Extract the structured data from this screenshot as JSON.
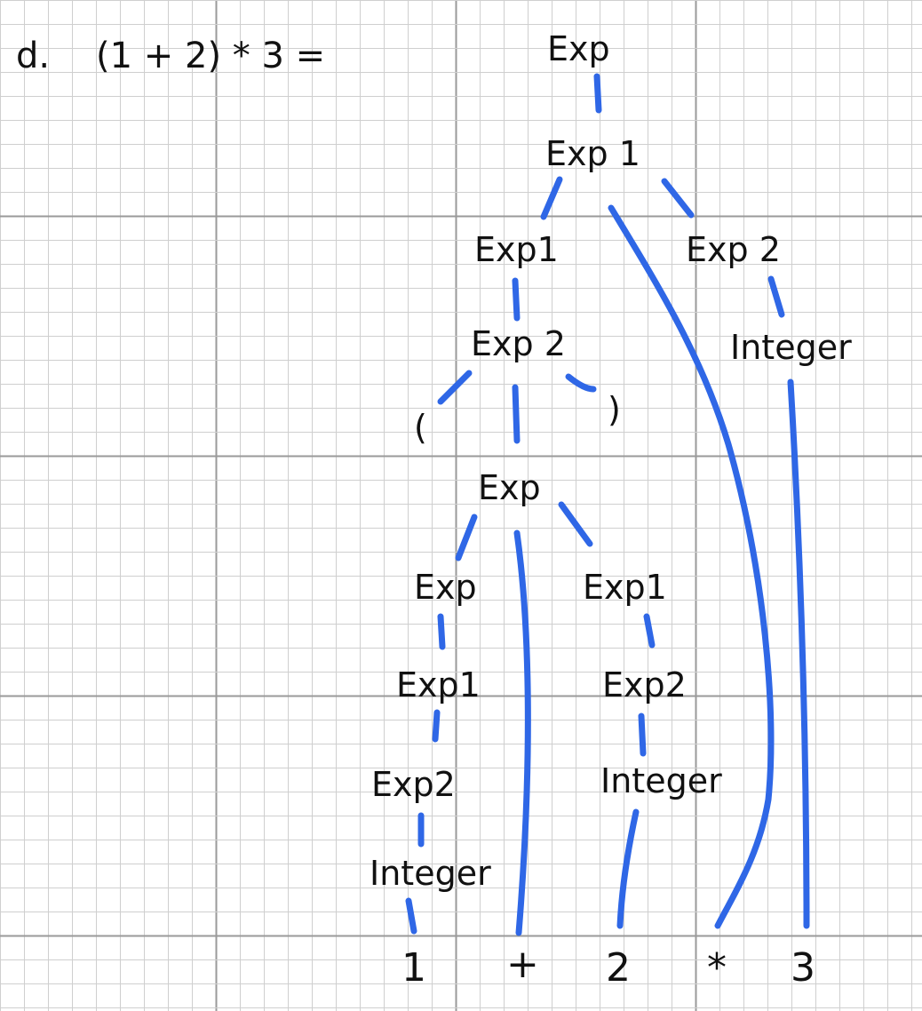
{
  "problem": {
    "label": "d.",
    "expression": "(1 + 2) * 3 ="
  },
  "nodes": {
    "root_exp": "Exp",
    "exp1_top": "Exp 1",
    "exp1_left": "Exp1",
    "exp2_right": "Exp 2",
    "exp2_mid": "Exp 2",
    "integer_right": "Integer",
    "lparen": "(",
    "rparen": ")",
    "exp_inner": "Exp",
    "exp_left": "Exp",
    "exp1_right": "Exp1",
    "exp1_left_low": "Exp1",
    "exp2_right_low": "Exp2",
    "exp2_left_low": "Exp2",
    "integer_mid": "Integer",
    "integer_left": "Integer"
  },
  "tokens": [
    "1",
    "+",
    "2",
    "*",
    "3"
  ],
  "colors": {
    "edge": "#2f67e6",
    "grid_minor": "#cfcfcf",
    "grid_major": "#9a9a9a",
    "ink": "#111111"
  }
}
